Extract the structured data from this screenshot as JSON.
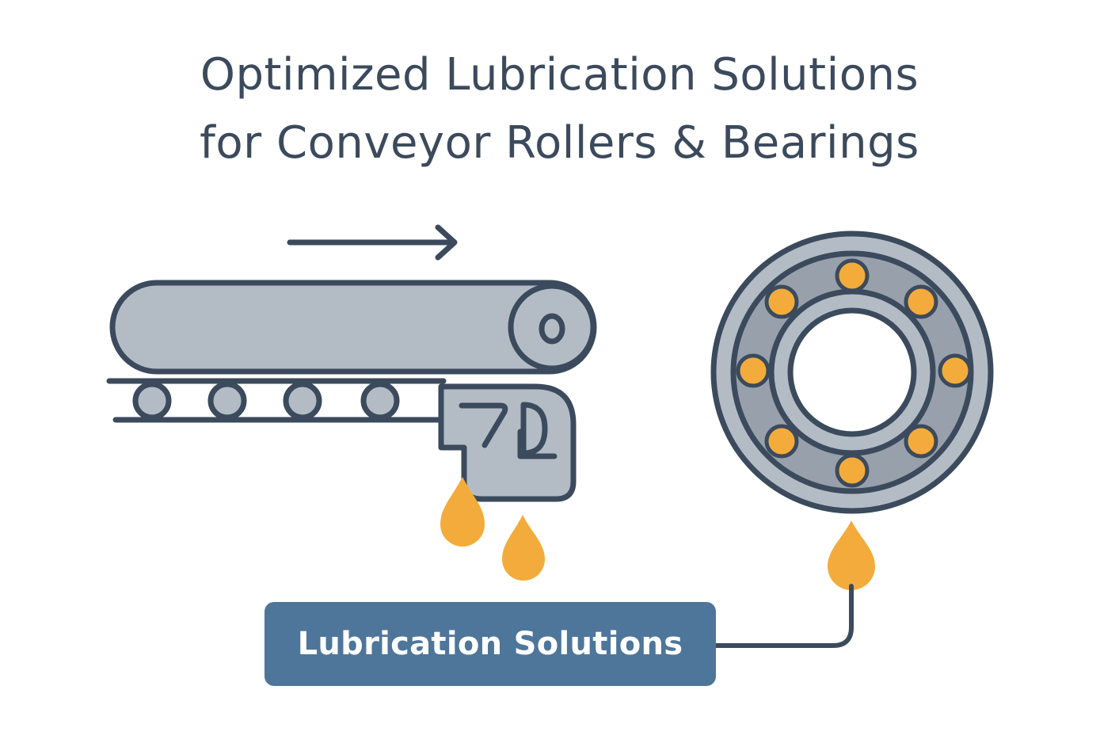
{
  "title": {
    "line1": "Optimized Lubrication Solutions",
    "line2": "for Conveyor Rollers & Bearings"
  },
  "label": {
    "text": "Lubrication Solutions"
  },
  "colors": {
    "outline": "#3b4a5c",
    "steel": "#b3bcc5",
    "steel_dark": "#98a1ab",
    "oil": "#f3ac3b",
    "label_bg": "#4e769a",
    "label_text": "#ffffff"
  },
  "icons": [
    "direction-arrow-icon",
    "conveyor-belt-icon",
    "lubricator-unit-icon",
    "oil-drop-icon",
    "ball-bearing-icon"
  ]
}
